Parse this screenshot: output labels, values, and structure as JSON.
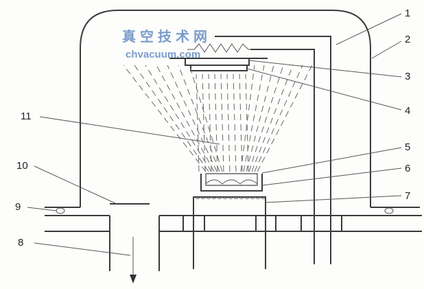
{
  "watermark": {
    "title": "真空技术网",
    "url": "chvacuum.com"
  },
  "labels": [
    {
      "id": "1",
      "text": "1"
    },
    {
      "id": "2",
      "text": "2"
    },
    {
      "id": "3",
      "text": "3"
    },
    {
      "id": "4",
      "text": "4"
    },
    {
      "id": "5",
      "text": "5"
    },
    {
      "id": "6",
      "text": "6"
    },
    {
      "id": "7",
      "text": "7"
    },
    {
      "id": "8",
      "text": "8"
    },
    {
      "id": "9",
      "text": "9"
    },
    {
      "id": "10",
      "text": "10"
    },
    {
      "id": "11",
      "text": "11"
    }
  ],
  "colors": {
    "line": "#3a3a3a",
    "watermark": "#7a9ccc"
  }
}
